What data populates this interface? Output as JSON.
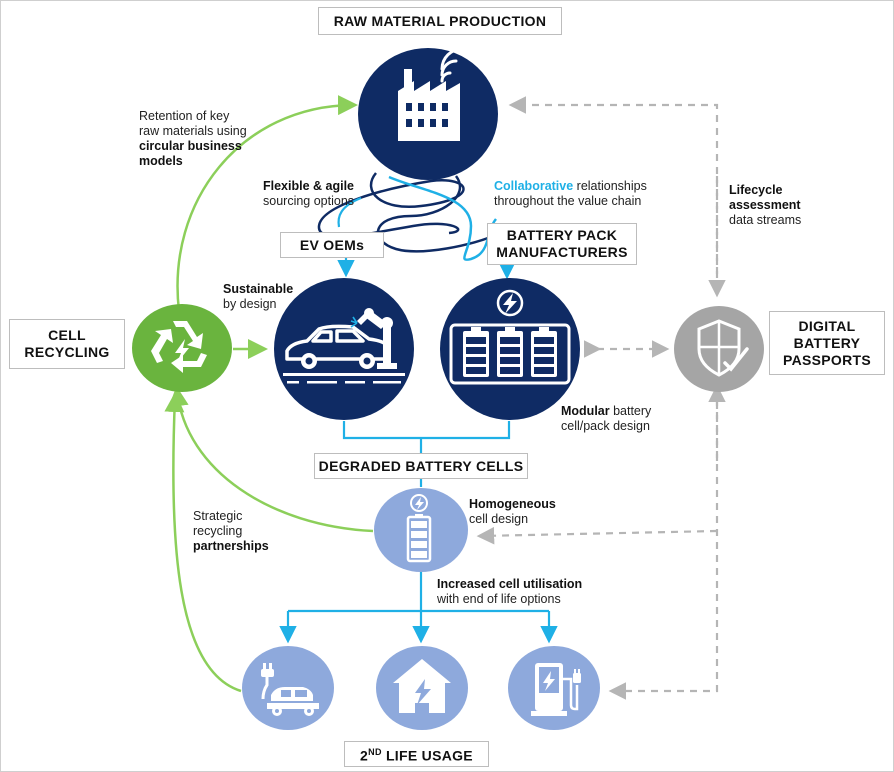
{
  "boxes": {
    "raw_material": "RAW MATERIAL PRODUCTION",
    "ev_oems": "EV OEMs",
    "battery_pack": "BATTERY  PACK\nMANUFACTURERS",
    "cell_recycling": "CELL\nRECYCLING",
    "digital_passports": "DIGITAL\nBATTERY\nPASSPORTS",
    "degraded_cells": "DEGRADED BATTERY  CELLS",
    "second_life_pre": "2",
    "second_life_sup": "ND",
    "second_life_post": " LIFE USAGE"
  },
  "notes": {
    "retention": {
      "l1": "Retention of key",
      "l2": "raw materials using",
      "b1": "circular business",
      "b2": "models"
    },
    "flexible": {
      "b1": "Flexible & agile",
      "l2": "sourcing options"
    },
    "collaborative": {
      "accent": "Collaborative",
      "l1rest": " relationships",
      "l2": "throughout the value chain"
    },
    "lifecycle": {
      "b1": "Lifecycle",
      "b2": "assessment",
      "l3": "data streams"
    },
    "sustainable": {
      "b1": "Sustainable",
      "l2": "by design"
    },
    "modular": {
      "b1": "Modular",
      "l1rest": " battery",
      "l2": "cell/pack design"
    },
    "homogeneous": {
      "b1": "Homogeneous",
      "l2": "cell design"
    },
    "strategic": {
      "l1": "Strategic",
      "l2": "recycling",
      "b3": "partnerships"
    },
    "increased": {
      "b1": "Increased cell utilisation",
      "l2": "with end of life options"
    }
  },
  "colors": {
    "navy": "#0f2b64",
    "green": "#6ab43e",
    "light_green": "#8ccf5a",
    "cyan": "#1fb0e6",
    "lavender": "#8ea9dc",
    "gray": "#a5a5a5",
    "dashed_gray": "#b5b5b5"
  },
  "icons": {
    "factory": "factory-icon",
    "car_robot": "car-robot-arm-icon",
    "battery_packs": "battery-pack-modules-icon",
    "recycle": "recycle-icon",
    "shield": "shield-check-icon",
    "cell": "battery-cell-icon",
    "ev_car": "electric-car-icon",
    "house": "house-energy-icon",
    "charger": "charging-station-icon"
  }
}
